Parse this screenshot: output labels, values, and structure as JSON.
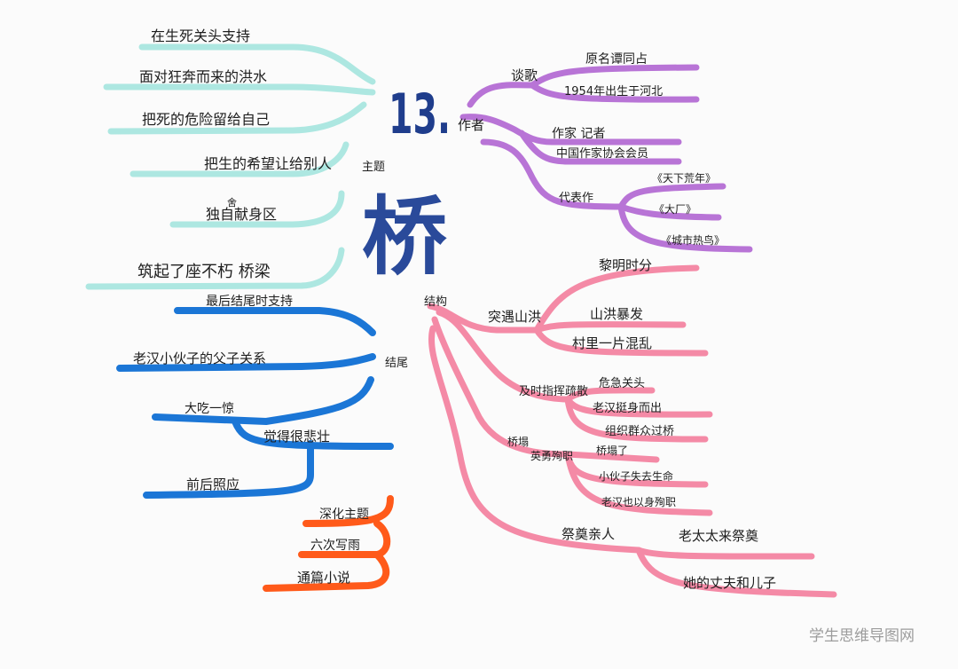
{
  "center": {
    "number": "13.",
    "title": "桥"
  },
  "theme": {
    "label": "主题",
    "insert_mark": "舍",
    "items": [
      "在生死关头支持",
      "面对狂奔而来的洪水",
      "把死的危险留给自己",
      "把生的希望让给别人",
      "独自献身区",
      "筑起了座不朽 桥梁"
    ]
  },
  "author": {
    "label": "作者",
    "name": {
      "label": "谈歌",
      "items": [
        "原名谭同占",
        "1954年出生于河北"
      ]
    },
    "identity": [
      "作家 记者",
      "中国作家协会会员"
    ],
    "works": {
      "label": "代表作",
      "items": [
        "《天下荒年》",
        "《大厂》",
        "《城市热鸟》"
      ]
    }
  },
  "structure": {
    "label": "结构",
    "branches": [
      {
        "label": "突遇山洪",
        "items": [
          "黎明时分",
          "山洪暴发",
          "村里一片混乱"
        ]
      },
      {
        "label": "及时指挥疏散",
        "items": [
          "危急关头",
          "老汉挺身而出",
          "组织群众过桥"
        ]
      },
      {
        "top": "桥塌",
        "label": "英勇殉职",
        "items": [
          "桥塌了",
          "小伙子失去生命",
          "老汉也以身殉职"
        ]
      },
      {
        "label": "祭奠亲人",
        "items": [
          "老太太来祭奠",
          "她的丈夫和儿子"
        ]
      }
    ]
  },
  "ending": {
    "label": "结尾",
    "items": [
      "最后结尾时支持",
      "老汉小伙子的父子关系",
      "大吃一惊",
      "觉得很悲壮",
      "前后照应"
    ]
  },
  "technique": {
    "items": [
      "深化主题",
      "六次写雨",
      "通篇小说"
    ]
  },
  "watermark": "学生思维导图网",
  "colors": {
    "center": "#1f3d8c",
    "theme_branch": "#9fe3dc",
    "author_branch": "#b874d6",
    "structure_branch": "#f48aa6",
    "ending_branch": "#1b76d6",
    "technique_branch": "#ff5a1a"
  }
}
